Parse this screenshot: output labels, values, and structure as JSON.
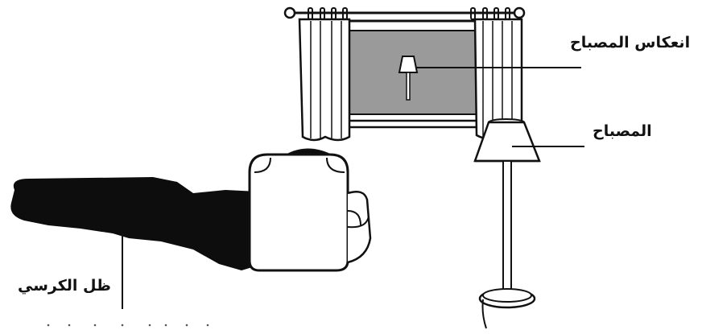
{
  "labels": {
    "lamp_reflection": "انعكاس المصباح",
    "lamp": "المصباح",
    "chair_shadow": "ظل الكرسي"
  },
  "colors": {
    "ink": "#111111",
    "window_glass": "#9a9a9a",
    "shadow": "#0d0d0d",
    "background": "#ffffff"
  },
  "icons": [
    "window-with-curtains",
    "table-lamp",
    "armchair",
    "chair-shadow"
  ]
}
